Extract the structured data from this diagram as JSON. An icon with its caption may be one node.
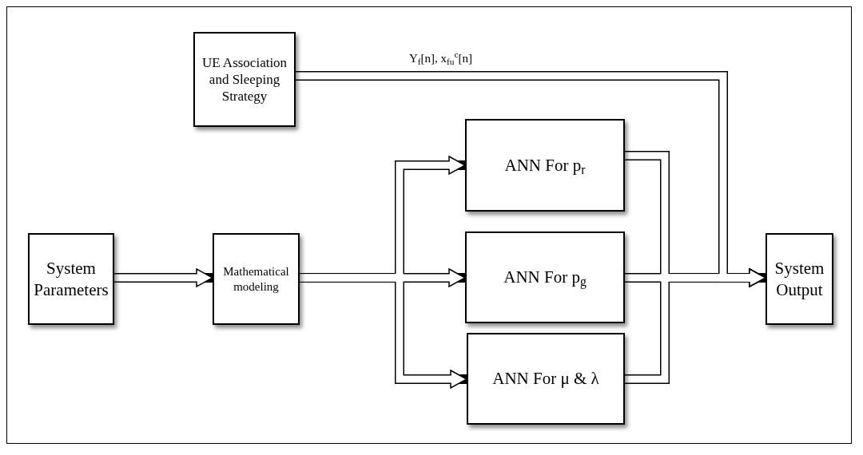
{
  "diagram": {
    "nodes": [
      {
        "text": [
          "UE Association and Sleeping Strategy"
        ]
      },
      {
        "text": [
          "ANN For p$_{r}$"
        ]
      },
      {
        "text": [
          "System Parameters"
        ]
      },
      {
        "text": [
          "Mathematical modeling"
        ]
      },
      {
        "text": [
          "ANN For p$_{g}$"
        ]
      },
      {
        "text": [
          "ANN For μ & λ"
        ]
      },
      {
        "text": [
          "System Output"
        ]
      }
    ],
    "edges": [
      {
        "from": 2,
        "to": 3,
        "arrow": "to"
      },
      {
        "from": 3,
        "to": 1,
        "arrow": "to"
      },
      {
        "from": 3,
        "to": 4,
        "arrow": "to"
      },
      {
        "from": 3,
        "to": 5,
        "arrow": "to"
      },
      {
        "from": 1,
        "to": 6,
        "arrow": "to"
      },
      {
        "from": 4,
        "to": 6,
        "arrow": "to"
      },
      {
        "from": 5,
        "to": 6,
        "arrow": "to"
      },
      {
        "from": 0,
        "to": 6,
        "arrow": "to",
        "label": "Y$_{f}$[n], x$_{fu}$$^{c}$[n]"
      }
    ]
  }
}
